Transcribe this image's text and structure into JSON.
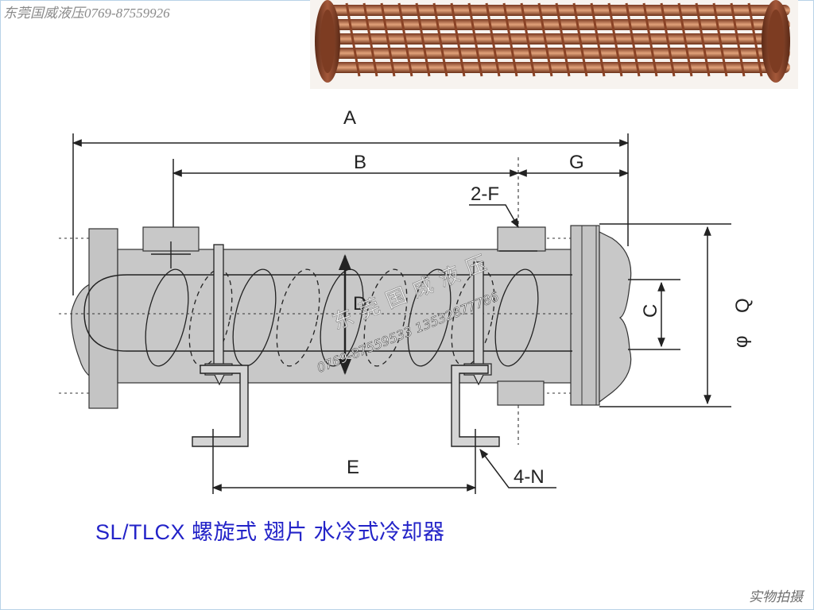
{
  "watermark_top": "东莞国威液压0769-87559926",
  "watermark_center": "东莞国威液压",
  "watermark_center_phone": "0769-87559533 13532877786",
  "watermark_bottom_right": "实物拍摄",
  "title": "SL/TLCX 螺旋式 翅片 水冷式冷却器",
  "dimension_labels": {
    "A": "A",
    "B": "B",
    "G": "G",
    "F": "2-F",
    "D": "D",
    "C": "C",
    "Q": "Q",
    "phi": "φ",
    "E": "E",
    "N": "4-N"
  },
  "colors": {
    "body": "#c8c8c8",
    "line": "#222222",
    "title_blue": "#2323c8",
    "copper": "#b5673d"
  }
}
